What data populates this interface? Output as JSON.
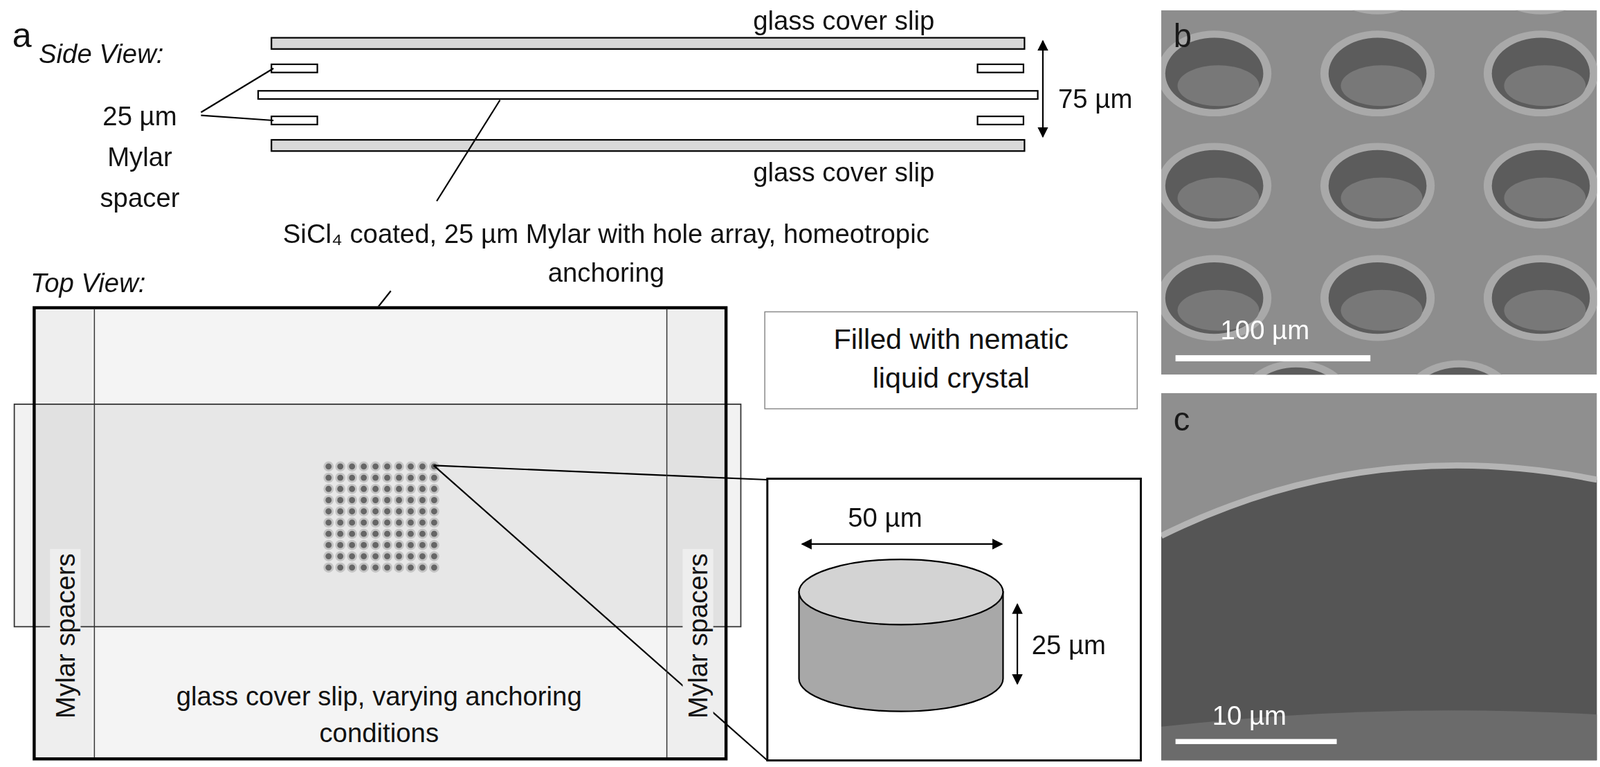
{
  "diagram": {
    "nodes": [
      {
        "text": [
          "glass cover slip, varying anchoring conditions"
        ]
      },
      {
        "text": [
          "Mylar spacers"
        ],
        "in": 0
      },
      {
        "text": [
          "Mylar spacers"
        ],
        "in": 0
      },
      {
        "text": [
          "Filled with nematic liquid crystal"
        ]
      }
    ],
    "labels": [
      "a",
      "Side View:",
      "glass cover slip",
      "25 µm Mylar spacer",
      "75 µm",
      "glass cover slip",
      "SiCl₄ coated, 25 µm Mylar with hole array, homeotropic anchoring",
      "Top View:",
      "50 µm",
      "25 µm",
      "b",
      "100 µm",
      "c",
      "10 µm"
    ]
  }
}
